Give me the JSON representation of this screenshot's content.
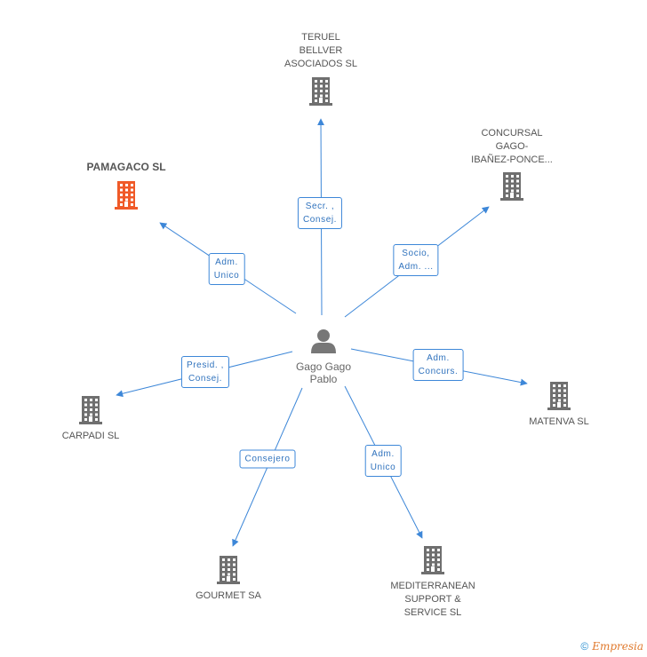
{
  "center": {
    "name": "Gago Gago\nPablo",
    "icon": "person-icon"
  },
  "nodes": [
    {
      "id": "teruel",
      "label": "TERUEL\nBELLVER\nASOCIADOS SL",
      "highlight": false
    },
    {
      "id": "concursal",
      "label": "CONCURSAL\nGAGO-\nIBAÑEZ-PONCE...",
      "highlight": false
    },
    {
      "id": "pamagaco",
      "label": "PAMAGACO SL",
      "highlight": true
    },
    {
      "id": "matenva",
      "label": "MATENVA SL",
      "highlight": false
    },
    {
      "id": "carpadi",
      "label": "CARPADI SL",
      "highlight": false
    },
    {
      "id": "gourmet",
      "label": "GOURMET SA",
      "highlight": false
    },
    {
      "id": "mediterranean",
      "label": "MEDITERRANEAN\nSUPPORT &\nSERVICE SL",
      "highlight": false
    }
  ],
  "edges": [
    {
      "to": "teruel",
      "label": "Secr. ,\nConsej."
    },
    {
      "to": "concursal",
      "label": "Socio,\nAdm. ..."
    },
    {
      "to": "pamagaco",
      "label": "Adm.\nUnico"
    },
    {
      "to": "matenva",
      "label": "Adm.\nConcurs."
    },
    {
      "to": "carpadi",
      "label": "Presid. ,\nConsej."
    },
    {
      "to": "gourmet",
      "label": "Consejero"
    },
    {
      "to": "mediterranean",
      "label": "Adm.\nUnico"
    }
  ],
  "colors": {
    "edge": "#3d87d8",
    "building": "#6f6f6f",
    "highlight": "#f05a28",
    "person": "#777777"
  },
  "footer": {
    "copyright": "©",
    "brand": "Empresia"
  }
}
